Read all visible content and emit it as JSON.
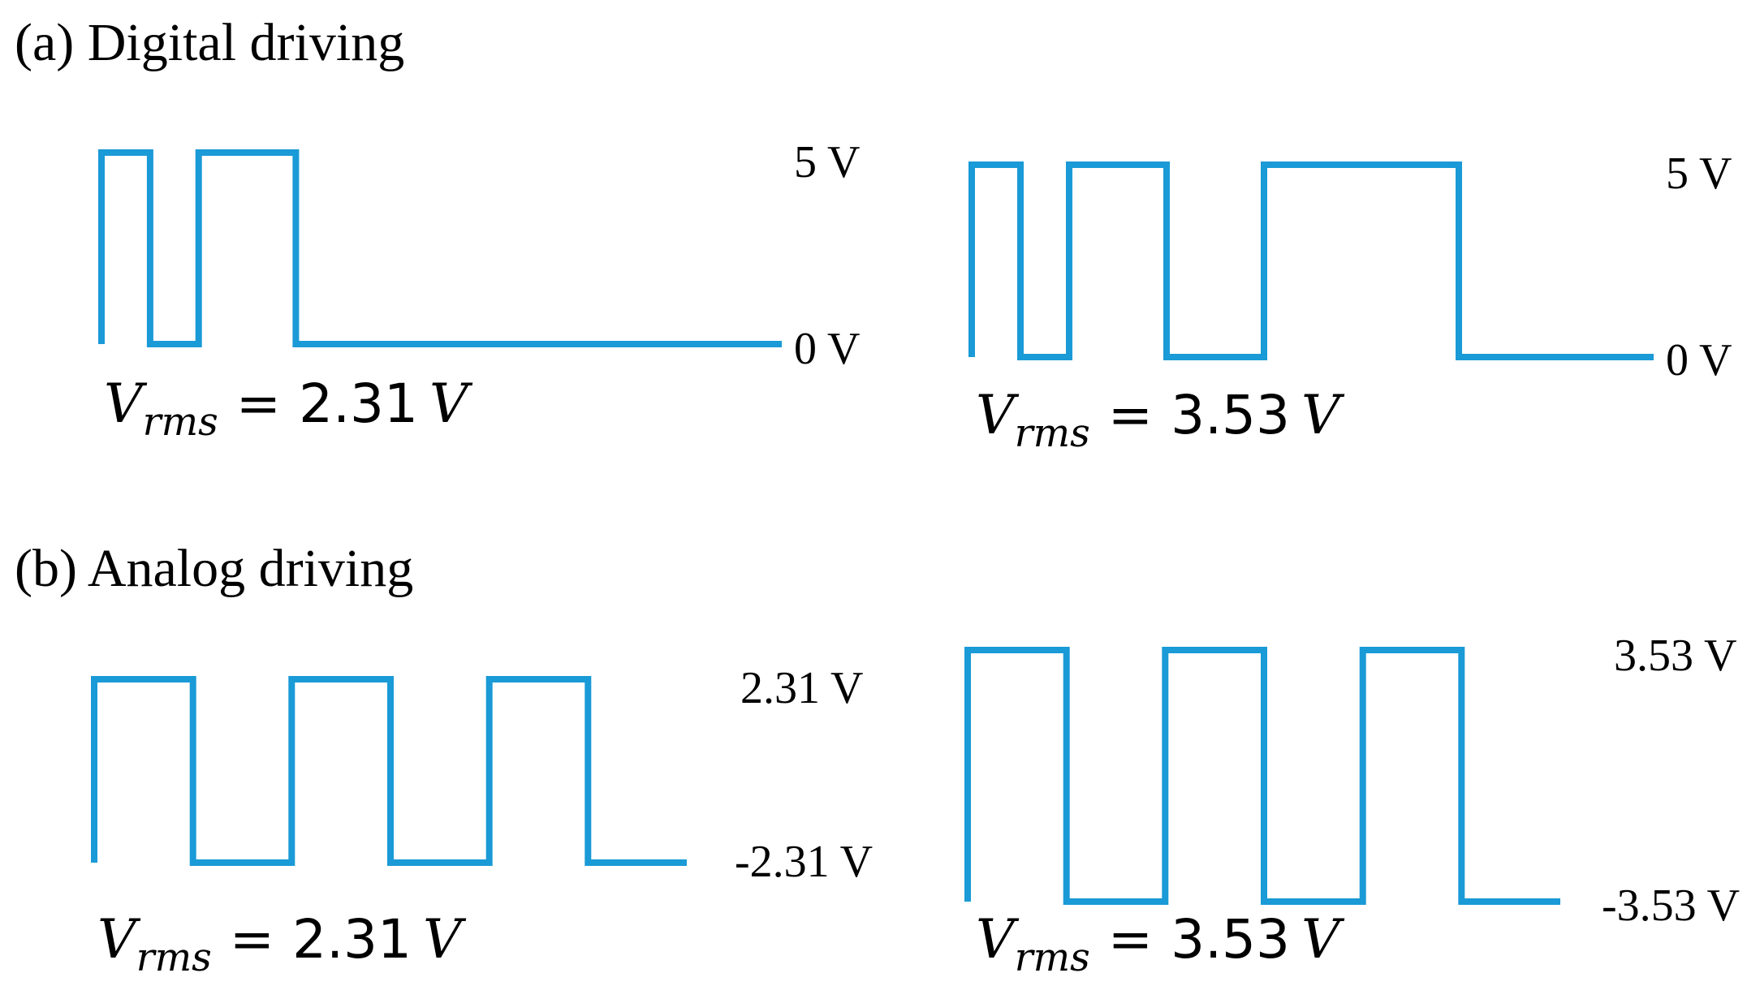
{
  "style": {
    "wave_color": "#1a9ad6"
  },
  "sections": {
    "digital": {
      "title": "(a) Digital driving"
    },
    "analog": {
      "title": "(b) Analog driving"
    }
  },
  "panels": {
    "digital_low": {
      "high_label": "5 V",
      "low_label": "0 V",
      "vrms_symbol": "V",
      "vrms_sub": "rms",
      "vrms_eq": "=",
      "vrms_value": "2.31",
      "vrms_unit": "V",
      "segments": [
        {
          "level": "high",
          "duration": 1
        },
        {
          "level": "low",
          "duration": 1
        },
        {
          "level": "high",
          "duration": 2
        },
        {
          "level": "low",
          "duration": 10
        }
      ]
    },
    "digital_high": {
      "high_label": "5 V",
      "low_label": "0 V",
      "vrms_symbol": "V",
      "vrms_sub": "rms",
      "vrms_eq": "=",
      "vrms_value": "3.53",
      "vrms_unit": "V",
      "segments": [
        {
          "level": "high",
          "duration": 1
        },
        {
          "level": "low",
          "duration": 1
        },
        {
          "level": "high",
          "duration": 2
        },
        {
          "level": "low",
          "duration": 2
        },
        {
          "level": "high",
          "duration": 4
        },
        {
          "level": "low",
          "duration": 4
        }
      ]
    },
    "analog_low": {
      "high_label": "2.31 V",
      "low_label": "-2.31 V",
      "vrms_symbol": "V",
      "vrms_sub": "rms",
      "vrms_eq": "=",
      "vrms_value": "2.31",
      "vrms_unit": "V",
      "segments": [
        {
          "level": "high",
          "duration": 1
        },
        {
          "level": "low",
          "duration": 1
        },
        {
          "level": "high",
          "duration": 1
        },
        {
          "level": "low",
          "duration": 1
        },
        {
          "level": "high",
          "duration": 1
        },
        {
          "level": "low",
          "duration": 1
        }
      ]
    },
    "analog_high": {
      "high_label": "3.53 V",
      "low_label": "-3.53 V",
      "vrms_symbol": "V",
      "vrms_sub": "rms",
      "vrms_eq": "=",
      "vrms_value": "3.53",
      "vrms_unit": "V",
      "segments": [
        {
          "level": "high",
          "duration": 1
        },
        {
          "level": "low",
          "duration": 1
        },
        {
          "level": "high",
          "duration": 1
        },
        {
          "level": "low",
          "duration": 1
        },
        {
          "level": "high",
          "duration": 1
        },
        {
          "level": "low",
          "duration": 1
        }
      ]
    }
  }
}
